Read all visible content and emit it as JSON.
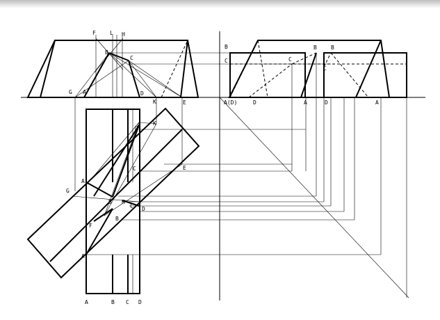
{
  "labels_top_left": {
    "F": "F",
    "L": "L",
    "H": "H",
    "B": "B",
    "C": "C",
    "G": "G",
    "A": "A",
    "D": "D",
    "K": "K",
    "E": "E"
  },
  "labels_top_right": {
    "B1": "B",
    "C1": "C",
    "B2": "B",
    "C2": "C",
    "B3": "B",
    "C3": "C",
    "AD": "A(D)",
    "D1": "D",
    "A1": "A",
    "D2": "D",
    "A2": "A"
  },
  "labels_plan": {
    "D": "D",
    "K": "K",
    "C": "C",
    "E": "E",
    "G": "G",
    "A": "A",
    "B": "B",
    "H": "H",
    "C2": "C",
    "D2": "D",
    "F": "F",
    "B2": "B",
    "A2": "A"
  },
  "labels_bottom": {
    "A": "A",
    "B": "B",
    "C": "C",
    "D": "D"
  }
}
